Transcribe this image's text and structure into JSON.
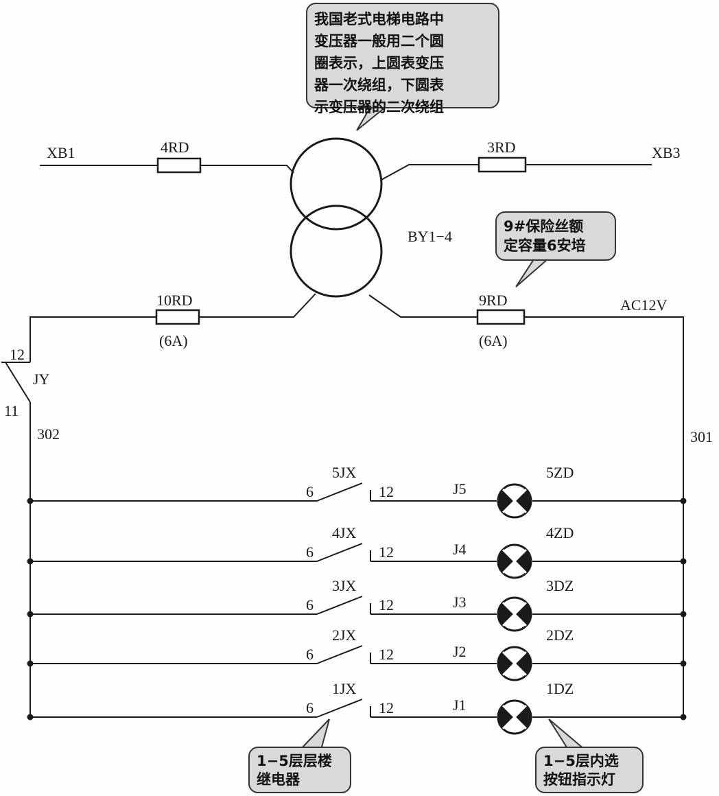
{
  "callouts": {
    "transformer_note": [
      "我国老式电梯电路中",
      "变压器一般用二个圆",
      "圈表示，上圆表变压",
      "器一次绕组，下圆表",
      "示变压器的二次绕组"
    ],
    "fuse_note": [
      "9#保险丝额",
      "定容量6安培"
    ],
    "relay_note": [
      "1−5层层楼",
      "继电器"
    ],
    "lamp_note": [
      "1−5层内选",
      "按钮指示灯"
    ]
  },
  "labels": {
    "xb1": "XB1",
    "xb3": "XB3",
    "fuse_4rd": "4RD",
    "fuse_3rd": "3RD",
    "transformer": "BY1−4",
    "fuse_10rd": "10RD",
    "fuse_10rd_rating": "(6A)",
    "fuse_9rd": "9RD",
    "fuse_9rd_rating": "(6A)",
    "ac_supply": "AC12V",
    "jy": "JY",
    "jy_pin_top": "12",
    "jy_pin_bottom": "11",
    "wire_302": "302",
    "wire_301": "301"
  },
  "rungs": [
    {
      "relay": "5JX",
      "pin_left": "6",
      "pin_right": "12",
      "wire": "J5",
      "lamp": "5ZD"
    },
    {
      "relay": "4JX",
      "pin_left": "6",
      "pin_right": "12",
      "wire": "J4",
      "lamp": "4ZD"
    },
    {
      "relay": "3JX",
      "pin_left": "6",
      "pin_right": "12",
      "wire": "J3",
      "lamp": "3DZ"
    },
    {
      "relay": "2JX",
      "pin_left": "6",
      "pin_right": "12",
      "wire": "J2",
      "lamp": "2DZ"
    },
    {
      "relay": "1JX",
      "pin_left": "6",
      "pin_right": "12",
      "wire": "J1",
      "lamp": "1DZ"
    }
  ]
}
